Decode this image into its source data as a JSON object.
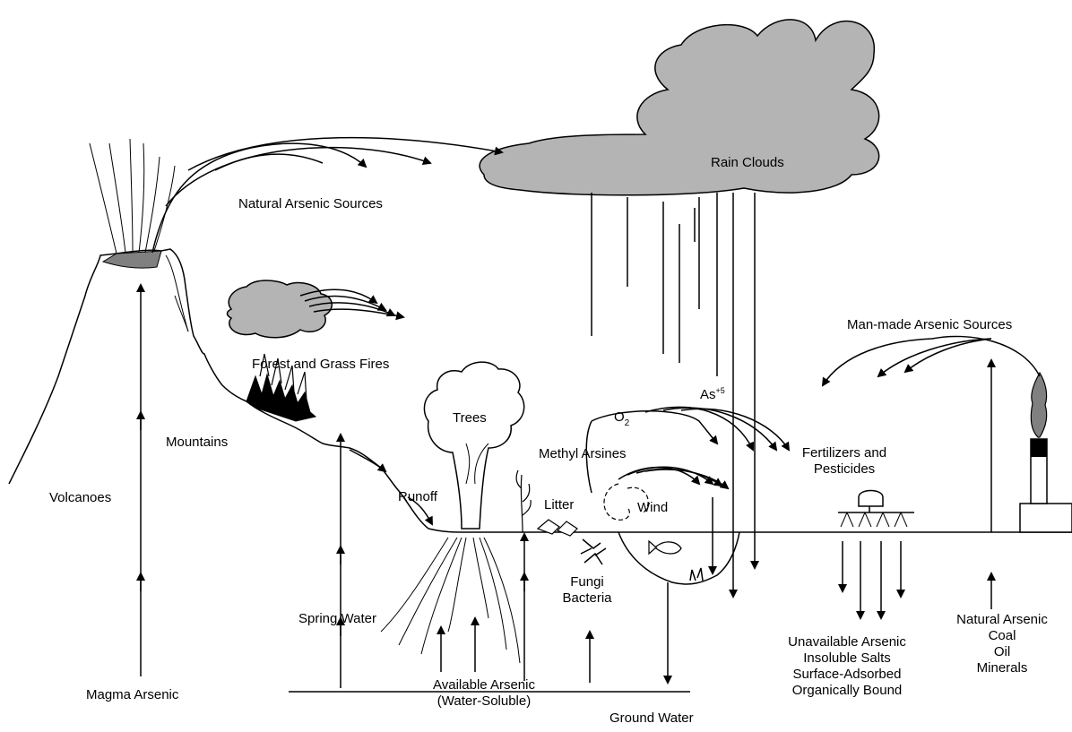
{
  "labels": {
    "rain_clouds": "Rain Clouds",
    "natural_sources": "Natural Arsenic Sources",
    "forest_fires": "Forest and Grass Fires",
    "mountains": "Mountains",
    "volcanoes": "Volcanoes",
    "man_made_sources": "Man-made Arsenic Sources",
    "as5_base": "As",
    "as5_sup": "+5",
    "o2_base": "O",
    "o2_sub": "2",
    "trees": "Trees",
    "methyl_arsines": "Methyl Arsines",
    "fertilizers": [
      "Fertilizers and",
      "Pesticides"
    ],
    "runoff": "Runoff",
    "litter": "Litter",
    "wind": "Wind",
    "fungi_bacteria": [
      "Fungi",
      "Bacteria"
    ],
    "spring_water": "Spring Water",
    "magma_arsenic": "Magma Arsenic",
    "available_arsenic": [
      "Available Arsenic",
      "(Water-Soluble)"
    ],
    "ground_water": "Ground Water",
    "unavailable_arsenic": [
      "Unavailable Arsenic",
      "Insoluble Salts",
      "Surface-Adsorbed",
      "Organically Bound"
    ],
    "natural_arsenic": [
      "Natural Arsenic",
      "Coal",
      "Oil",
      "Minerals"
    ]
  }
}
